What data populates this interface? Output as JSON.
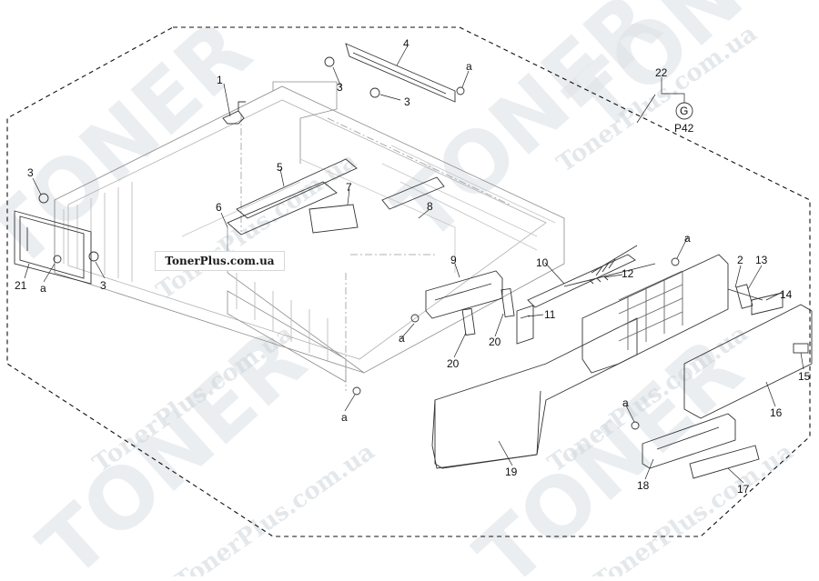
{
  "watermark": {
    "brand": "TONER",
    "site": "TonerPlus.com.ua"
  },
  "brand_label": "TonerPlus.com.ua",
  "callouts": [
    "1",
    "2",
    "3",
    "4",
    "5",
    "6",
    "7",
    "8",
    "9",
    "10",
    "11",
    "12",
    "13",
    "14",
    "15",
    "16",
    "17",
    "18",
    "19",
    "20",
    "21",
    "22",
    "a"
  ],
  "reference": {
    "symbol": "G",
    "page": "P42"
  },
  "colors": {
    "line": "#111111",
    "faint_line": "#9a9a9a",
    "watermark": "#cfd6dc"
  }
}
